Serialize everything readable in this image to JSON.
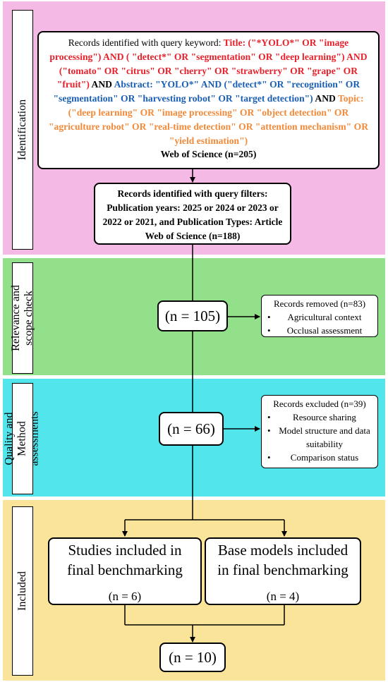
{
  "stages": {
    "identification": "Identification",
    "relevance_line1": "Relevance and",
    "relevance_line2": "scope check",
    "quality_line1": "Quality and",
    "quality_line2": "Method",
    "quality_line3": "assessments",
    "included": "Included"
  },
  "colors": {
    "identification_band": "#f4b9e4",
    "relevance_band": "#93e08a",
    "quality_band": "#52e6ec",
    "included_band": "#fae49a",
    "title_keyword": "#e8202a",
    "abstract_keyword": "#1a5fb4",
    "topic_keyword": "#f28a3a"
  },
  "query_box": {
    "lead": "Records identified with query keyword:",
    "title_terms": "Title: (\"*YOLO*\" OR \"image processing\") AND ( \"detect*\" OR \"segmentation\" OR \"deep learning\") AND (\"tomato\" OR \"citrus\" OR \"cherry\" OR \"strawberry\" OR \"grape\" OR \"fruit\")",
    "and1": "AND",
    "abstract_terms": "Abstract: \"YOLO*\" AND (\"detect*\" OR \"recognition\" OR \"segmentation\" OR \"harvesting robot\" OR \"target detection\")",
    "and2": "AND",
    "topic_terms": "Topic: (\"deep learning\" OR \"image processing\" OR \"object detection\" OR \"agriculture robot\" OR \"real-time detection\" OR \"attention mechanism\" OR \"yield estimation\")",
    "source": "Web of Science (n=205)"
  },
  "filter_box": {
    "line1": "Records identified with query filters:",
    "line2": "Publication years: 2025 or 2024 or 2023 or",
    "line3": "2022 or 2021, and Publication Types: Article",
    "line4": "Web of Science (n=188)"
  },
  "counts": {
    "relevance": "(n = 105)",
    "quality": "(n = 66)",
    "final": "(n = 10)"
  },
  "removed": {
    "title": "Records removed (n=83)",
    "items": [
      "Agricultural context",
      "Occlusal assessment"
    ]
  },
  "excluded": {
    "title": "Records excluded (n=39)",
    "items": [
      "Resource sharing",
      "Model structure and data suitability",
      "Comparison status"
    ]
  },
  "studies": {
    "line1": "Studies included in",
    "line2": "final benchmarking",
    "n": "(n = 6)"
  },
  "models": {
    "line1": "Base models included",
    "line2": "in final benchmarking",
    "n": "(n = 4)"
  }
}
